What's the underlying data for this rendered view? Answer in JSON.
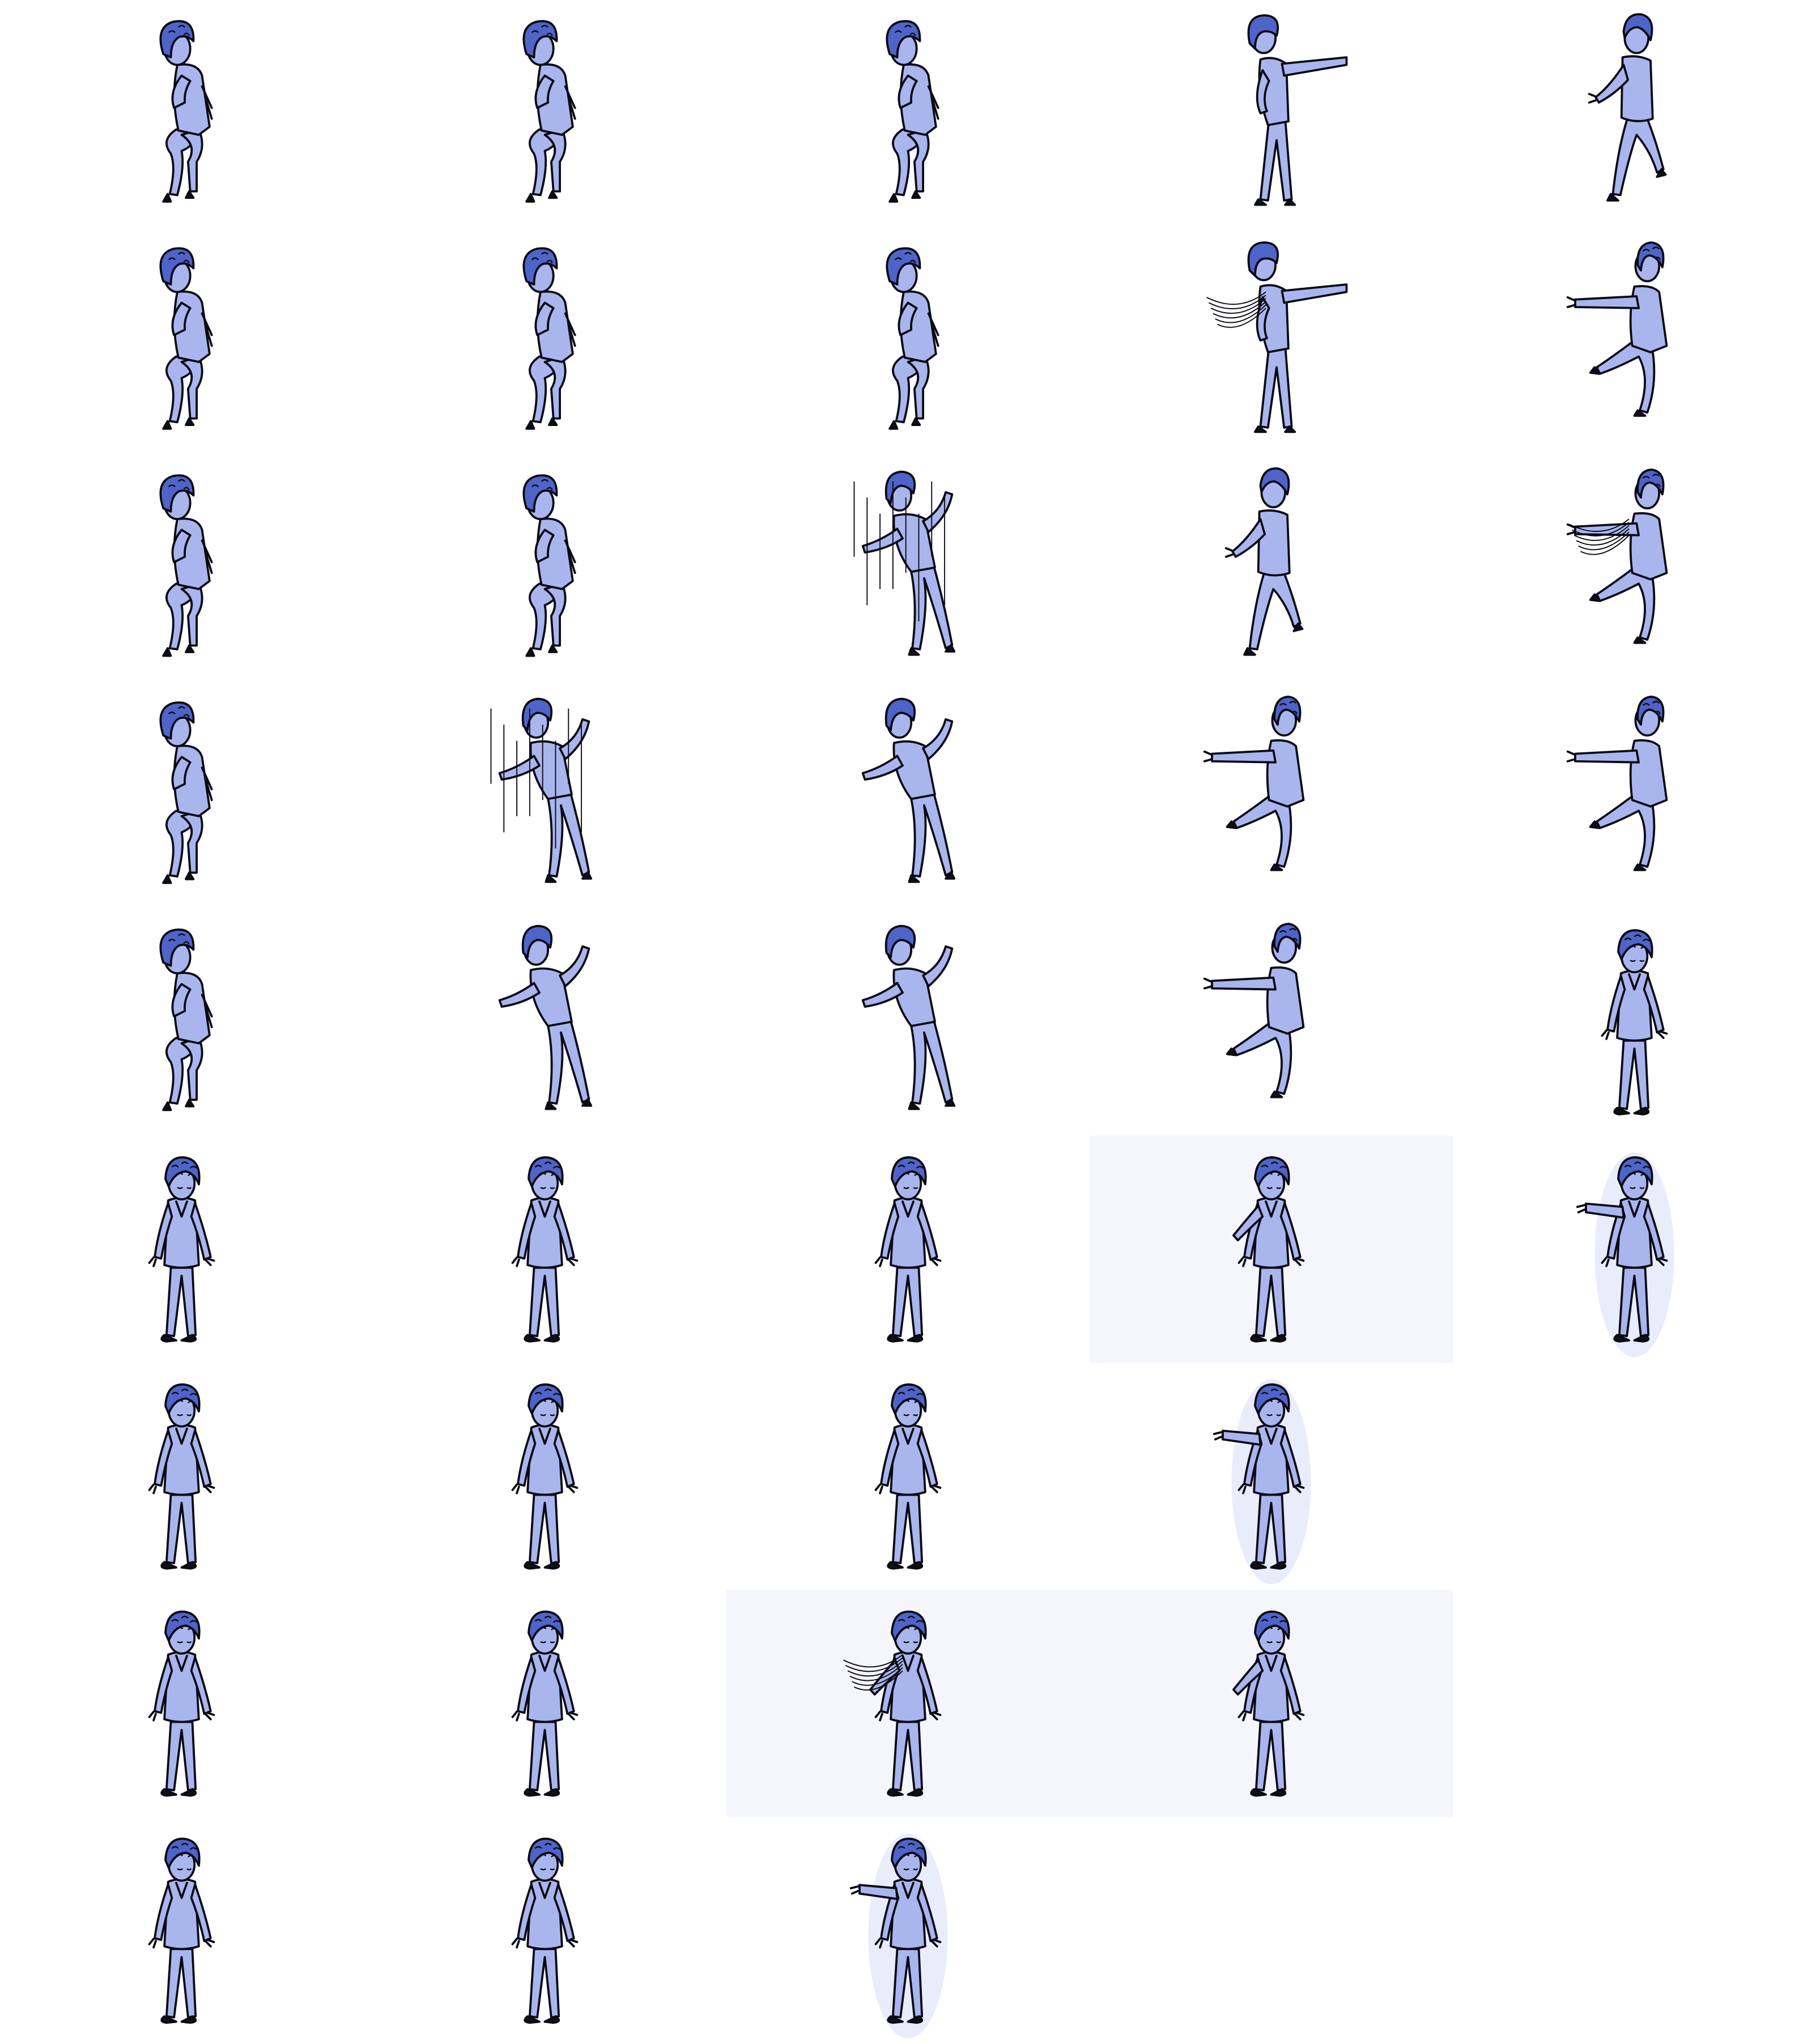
{
  "sprite_sheet": {
    "columns": 5,
    "rows": 9,
    "colors": {
      "background": "#ffffff",
      "body_fill": "#a9b6ee",
      "hair_fill": "#4f64c8",
      "outline": "#0a0a14",
      "shoe": "#111111",
      "panel_tint": "#f4f6fc",
      "glow": "#e8ecfb"
    },
    "frames": [
      {
        "row": 0,
        "col": 0,
        "pose": "crouch"
      },
      {
        "row": 0,
        "col": 1,
        "pose": "crouch"
      },
      {
        "row": 0,
        "col": 2,
        "pose": "crouch"
      },
      {
        "row": 0,
        "col": 3,
        "pose": "lean-arm-right"
      },
      {
        "row": 0,
        "col": 4,
        "pose": "kneel-hand-left"
      },
      {
        "row": 1,
        "col": 0,
        "pose": "crouch"
      },
      {
        "row": 1,
        "col": 1,
        "pose": "crouch"
      },
      {
        "row": 1,
        "col": 2,
        "pose": "crouch"
      },
      {
        "row": 1,
        "col": 3,
        "pose": "lean-arm-right",
        "effect": "swipe"
      },
      {
        "row": 1,
        "col": 4,
        "pose": "lunge-left"
      },
      {
        "row": 2,
        "col": 0,
        "pose": "crouch"
      },
      {
        "row": 2,
        "col": 1,
        "pose": "crouch"
      },
      {
        "row": 2,
        "col": 2,
        "pose": "fall",
        "effect": "speed-lines"
      },
      {
        "row": 2,
        "col": 3,
        "pose": "kneel-hand-left"
      },
      {
        "row": 2,
        "col": 4,
        "pose": "lunge-left",
        "effect": "swipe"
      },
      {
        "row": 3,
        "col": 0,
        "pose": "crouch"
      },
      {
        "row": 3,
        "col": 1,
        "pose": "fall",
        "effect": "speed-lines"
      },
      {
        "row": 3,
        "col": 2,
        "pose": "fall"
      },
      {
        "row": 3,
        "col": 3,
        "pose": "lunge-left"
      },
      {
        "row": 3,
        "col": 4,
        "pose": "lunge-left"
      },
      {
        "row": 4,
        "col": 0,
        "pose": "crouch"
      },
      {
        "row": 4,
        "col": 1,
        "pose": "fall"
      },
      {
        "row": 4,
        "col": 2,
        "pose": "fall"
      },
      {
        "row": 4,
        "col": 3,
        "pose": "lunge-left"
      },
      {
        "row": 4,
        "col": 4,
        "pose": "stand"
      },
      {
        "row": 5,
        "col": 0,
        "pose": "stand"
      },
      {
        "row": 5,
        "col": 1,
        "pose": "stand"
      },
      {
        "row": 5,
        "col": 2,
        "pose": "stand"
      },
      {
        "row": 5,
        "col": 3,
        "pose": "stand-arm-out",
        "panel": true
      },
      {
        "row": 5,
        "col": 4,
        "pose": "stand-point",
        "glow": true
      },
      {
        "row": 6,
        "col": 0,
        "pose": "stand"
      },
      {
        "row": 6,
        "col": 1,
        "pose": "stand"
      },
      {
        "row": 6,
        "col": 2,
        "pose": "stand"
      },
      {
        "row": 6,
        "col": 3,
        "pose": "stand-point",
        "glow": true
      },
      {
        "row": 7,
        "col": 0,
        "pose": "stand"
      },
      {
        "row": 7,
        "col": 1,
        "pose": "stand"
      },
      {
        "row": 7,
        "col": 2,
        "pose": "stand-arm-out",
        "panel": true,
        "effect": "swipe"
      },
      {
        "row": 7,
        "col": 3,
        "pose": "stand-arm-out",
        "panel": true
      },
      {
        "row": 8,
        "col": 0,
        "pose": "stand"
      },
      {
        "row": 8,
        "col": 1,
        "pose": "stand"
      },
      {
        "row": 8,
        "col": 2,
        "pose": "stand-point",
        "glow": true
      }
    ]
  }
}
